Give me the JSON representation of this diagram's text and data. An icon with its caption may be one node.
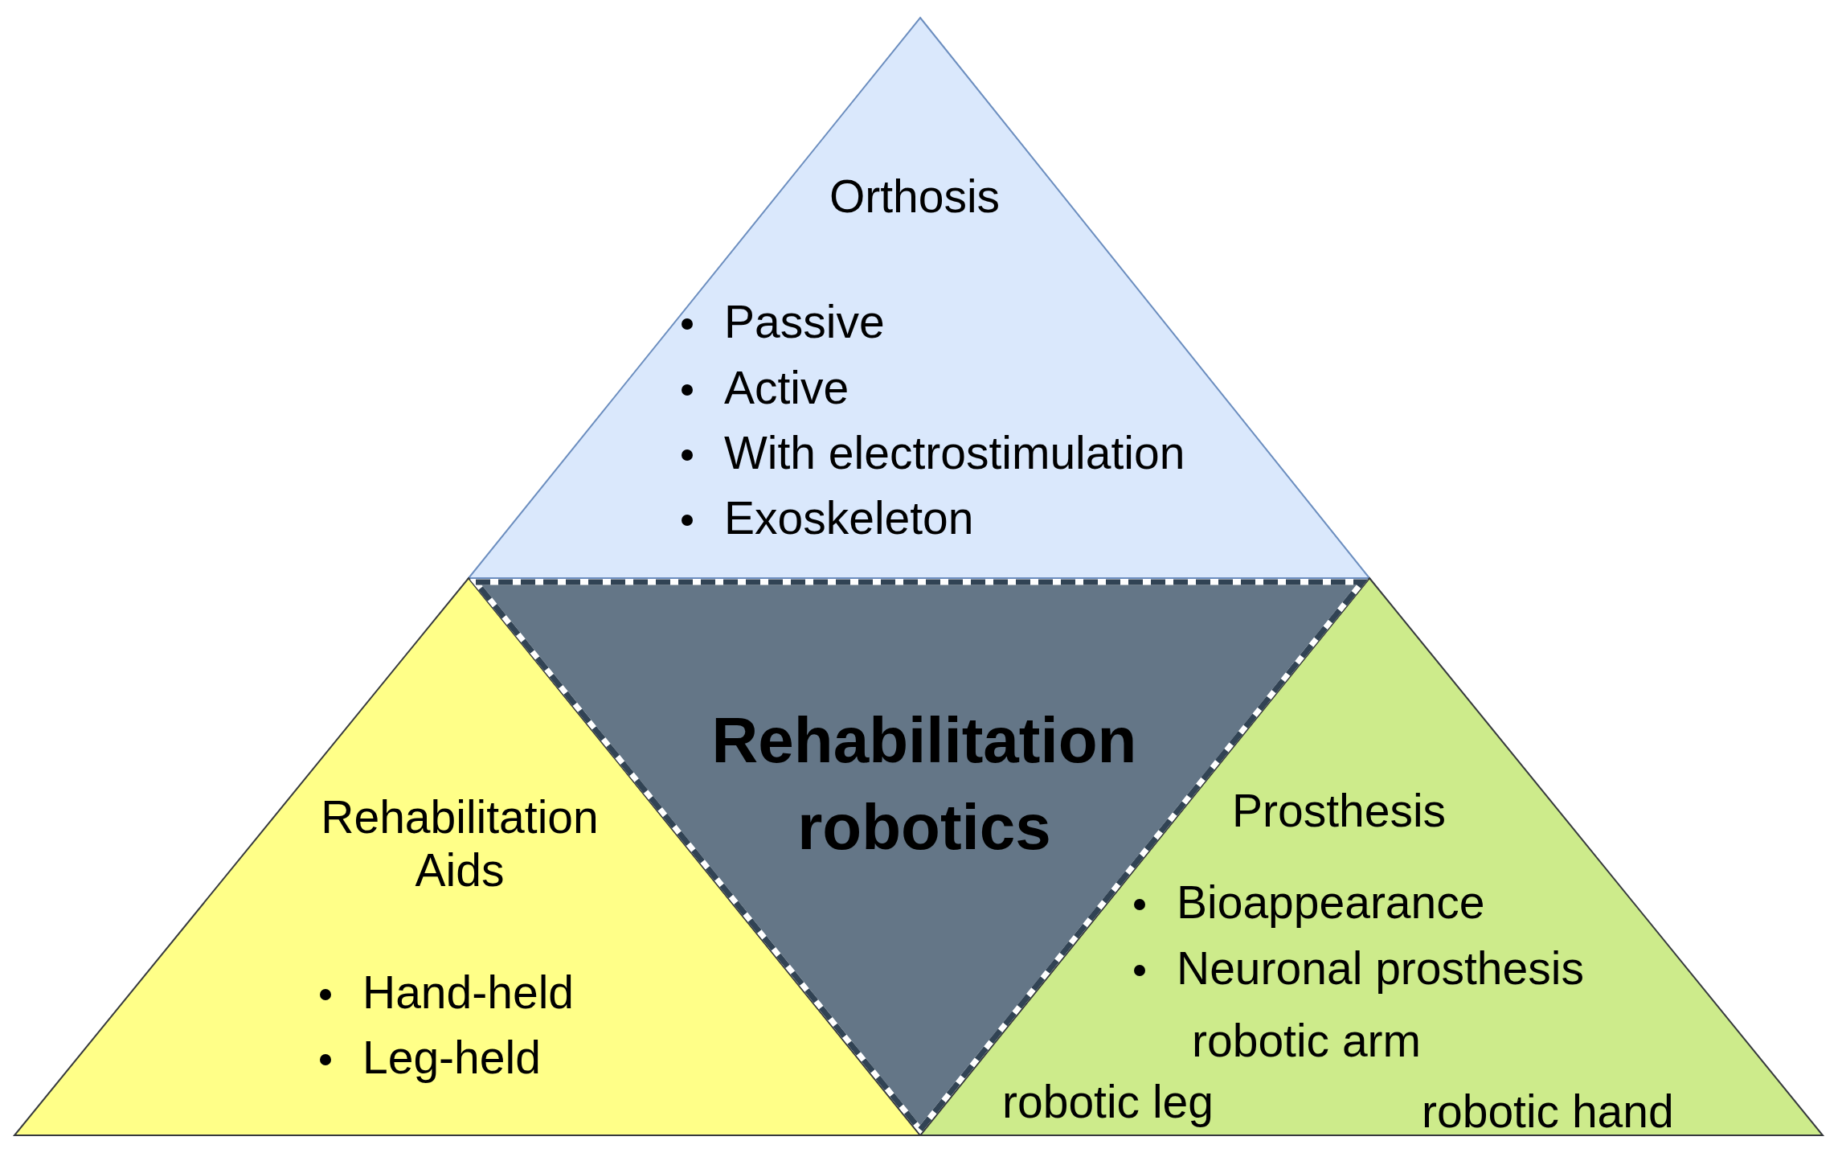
{
  "diagram": {
    "nodes": [
      {
        "text": [
          "Orthosis",
          "Passive",
          "Active",
          "With electrostimulation",
          "Exoskeleton"
        ]
      },
      {
        "text": [
          "Rehabilitation Aids",
          "Hand-held",
          "Leg-held"
        ]
      },
      {
        "text": [
          "Rehabilitation robotics"
        ]
      },
      {
        "text": [
          "Prosthesis",
          "Bioappearance",
          "Neuronal prosthesis",
          "robotic arm",
          "robotic leg",
          "robotic hand"
        ]
      }
    ]
  }
}
